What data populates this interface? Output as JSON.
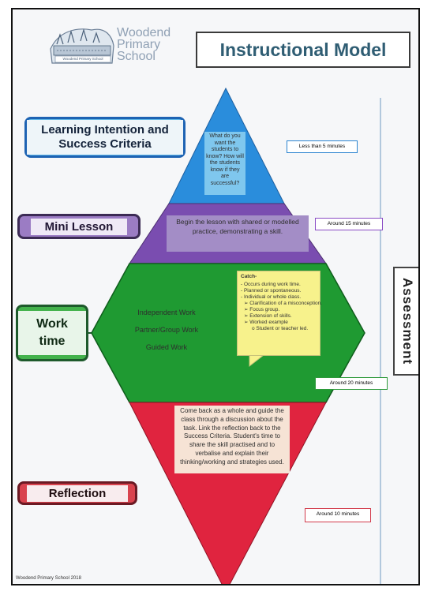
{
  "school": {
    "name_lines": [
      "Woodend",
      "Primary",
      "School"
    ],
    "crest_text": "Woodend Primary School"
  },
  "title": "Instructional Model",
  "stages": {
    "learning_intention": {
      "label": "Learning Intention and Success Criteria",
      "questions": "What do you want the students to know? How will the students know if they are successful?",
      "time": "Less than 5 minutes",
      "color": "#2a8ddc"
    },
    "mini_lesson": {
      "label": "Mini Lesson",
      "description": "Begin the lesson with shared or modelled practice, demonstrating a skill.",
      "time": "Around 15 minutes",
      "color": "#7a4db0"
    },
    "work_time": {
      "label": "Work time",
      "modes": [
        "Independent Work",
        "Partner/Group Work",
        "Guided Work"
      ],
      "catch": {
        "title": "Catch-",
        "items": [
          "- Occurs during work time.",
          "- Planned or spontaneous.",
          "- Individual or whole class.",
          "➢ Clarification of a misconception.",
          "➢ Focus group.",
          "➢ Extension of skills.",
          "➢ Worked example",
          "o Student or teacher led."
        ]
      },
      "time": "Around 20 minutes",
      "color": "#1f9a32"
    },
    "reflection": {
      "label": "Reflection",
      "description": "Come back as a whole and guide the class through a discussion about the task. Link the reflection back to the Success Criteria. Student's time to share the skill practised and to verbalise and explain their thinking/working and strategies used.",
      "time": "Around 10 minutes",
      "color": "#e0243f"
    }
  },
  "assessment": "Assessment",
  "footer": "Woodend Primary School 2018"
}
